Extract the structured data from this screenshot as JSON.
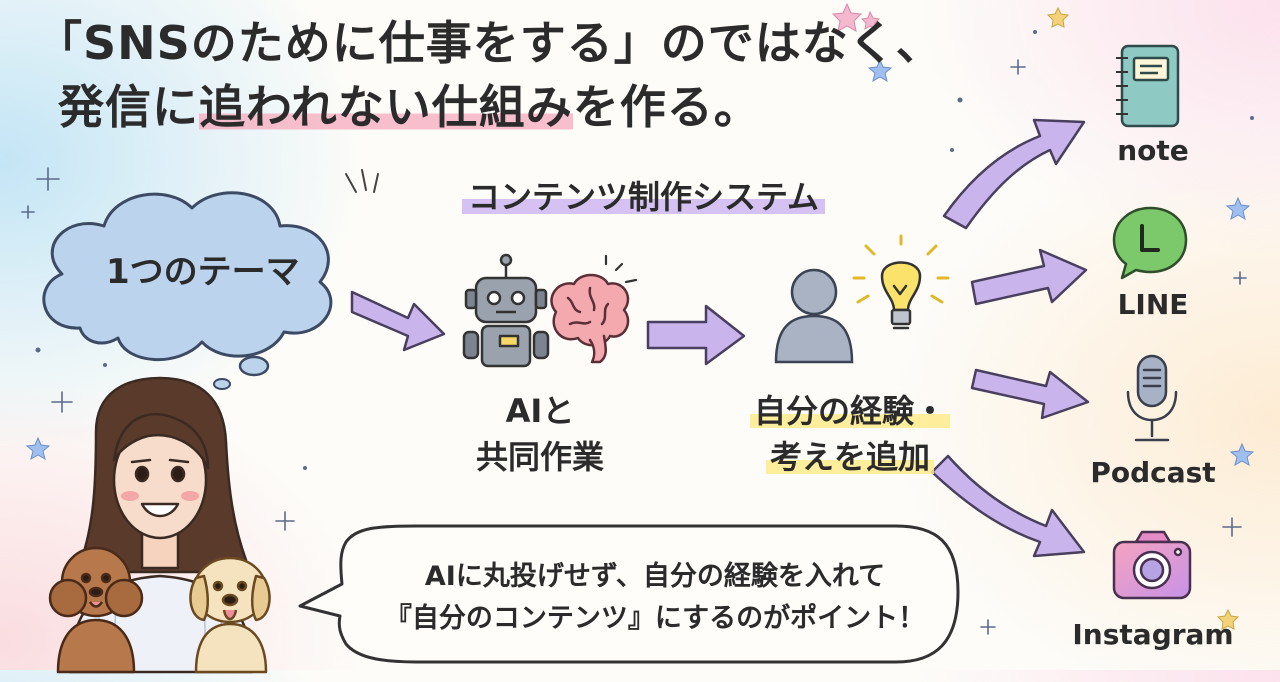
{
  "headline": {
    "line1": "「SNSのために仕事をする」のではなく、",
    "line2_before": "発信に",
    "line2_highlight": "追われない仕組み",
    "line2_after": "を作る。"
  },
  "system_label": "コンテンツ制作システム",
  "theme_label": "1つのテーマ",
  "steps": [
    {
      "line1": "AIと",
      "line2": "共同作業"
    },
    {
      "line1": "自分の経験・",
      "line2": "考えを追加"
    }
  ],
  "destinations": [
    "note",
    "LINE",
    "Podcast",
    "Instagram"
  ],
  "tip": {
    "line1": "AIに丸投げせず、自分の経験を入れて",
    "line2": "『自分のコンテンツ』にするのがポイント！"
  },
  "colors": {
    "arrow": "#c9b4ec",
    "cloud": "#bcd3ee",
    "highlight_pink": "#f7aabe",
    "highlight_yellow": "#ffec8c",
    "highlight_purple": "#c8aff0",
    "line_green": "#7cc96c",
    "instagram_pink": "#e58bc6"
  },
  "icons": [
    "robot-icon",
    "brain-icon",
    "person-icon",
    "lightbulb-icon",
    "notebook-icon",
    "line-chat-icon",
    "microphone-icon",
    "camera-icon",
    "sparkle-icon"
  ]
}
